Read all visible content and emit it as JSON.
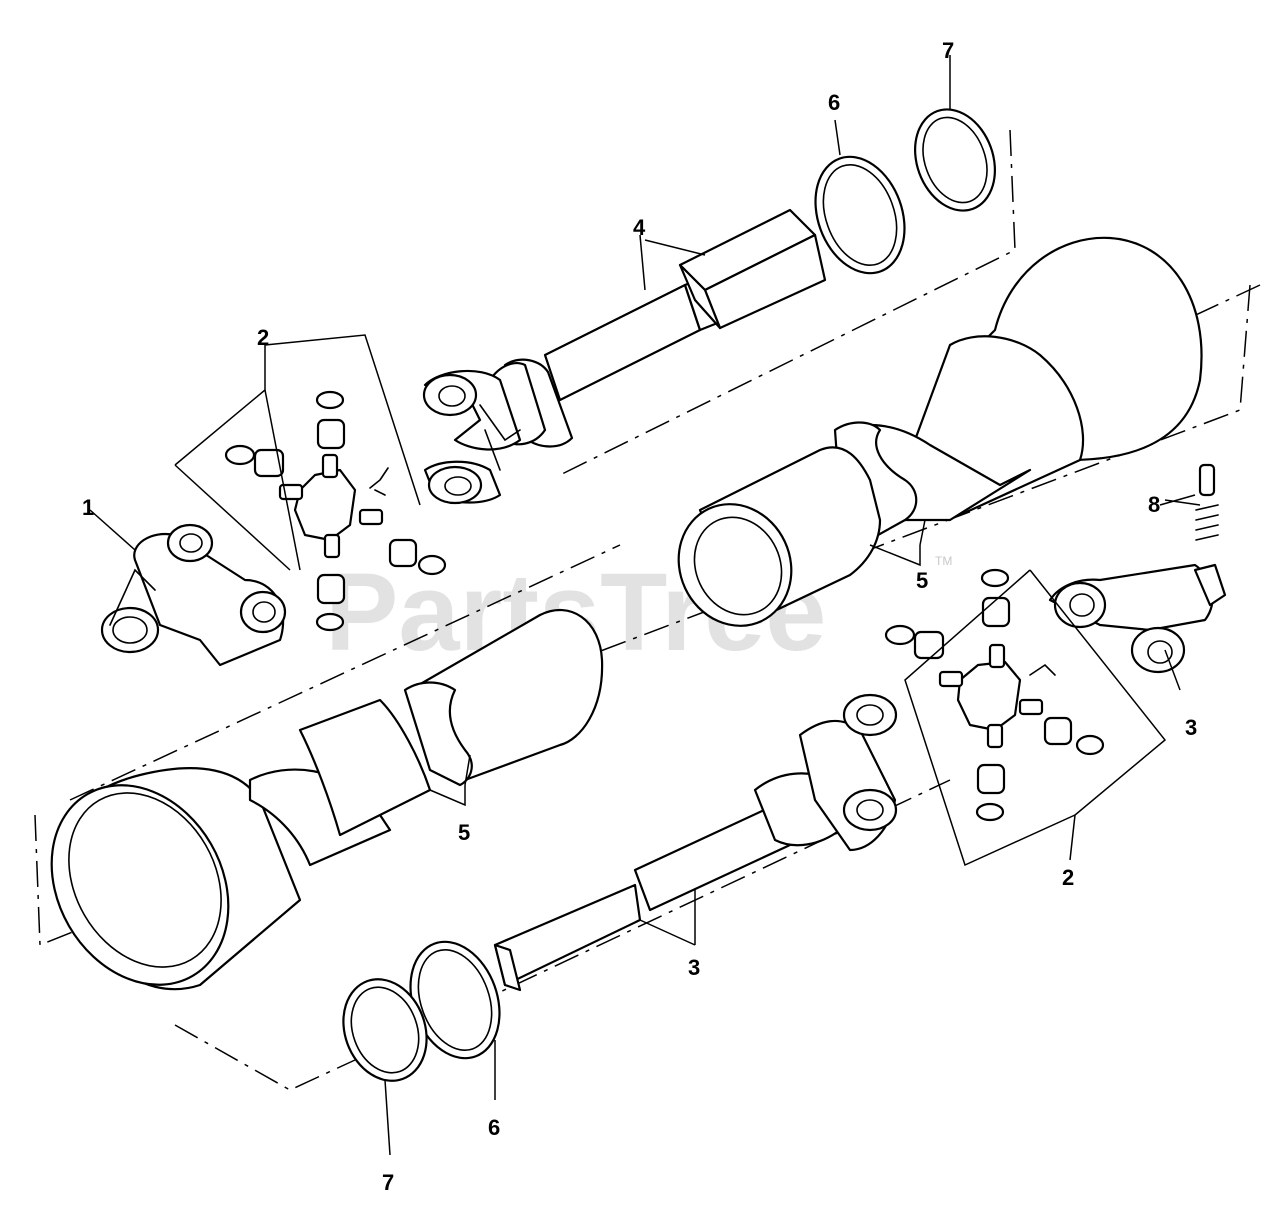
{
  "watermark": {
    "text": "PartsTree",
    "tm": "TM"
  },
  "callouts": {
    "c1": "1",
    "c2_top": "2",
    "c2_bottom": "2",
    "c3_right": "3",
    "c3_bottom": "3",
    "c4": "4",
    "c5_right": "5",
    "c5_left": "5",
    "c6_top": "6",
    "c6_bottom": "6",
    "c7_top": "7",
    "c7_bottom": "7",
    "c8": "8"
  }
}
